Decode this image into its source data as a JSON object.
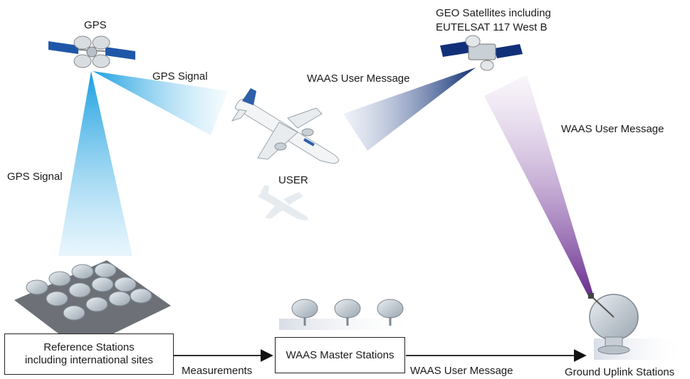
{
  "labels": {
    "gps": "GPS",
    "geo_line1": "GEO Satellites including",
    "geo_line2": "EUTELSAT 117 West B",
    "gps_signal_top": "GPS Signal",
    "gps_signal_left": "GPS Signal",
    "waas_msg_top": "WAAS User Message",
    "waas_msg_right": "WAAS User Message",
    "user": "USER",
    "measurements": "Measurements",
    "waas_msg_bottom": "WAAS User Message",
    "ground_uplink": "Ground Uplink Stations"
  },
  "boxes": {
    "reference_line1": "Reference Stations",
    "reference_line2": "including international sites",
    "master": "WAAS Master Stations"
  },
  "colors": {
    "gps_beam": "#2aa8e4",
    "waas_beam": "#1b3f86",
    "uplink_beam": "#6a3a91",
    "solar_panel": "#1f57a8",
    "geo_panel": "#12307a"
  }
}
